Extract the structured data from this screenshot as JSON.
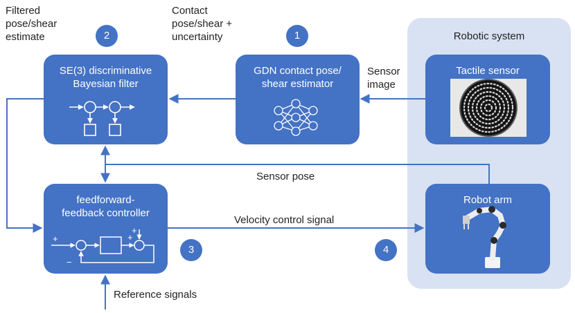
{
  "panel": {
    "title": "Robotic system"
  },
  "blocks": {
    "filter": {
      "line1": "SE(3) discriminative",
      "line2": "Bayesian filter"
    },
    "gdn": {
      "line1": "GDN contact pose/",
      "line2": "shear estimator"
    },
    "controller": {
      "line1": "feedforward-",
      "line2": "feedback controller"
    },
    "tactile": {
      "title": "Tactile sensor"
    },
    "robot": {
      "title": "Robot arm"
    }
  },
  "steps": [
    "1",
    "2",
    "3",
    "4"
  ],
  "labels": {
    "filtered": [
      "Filtered",
      "pose/shear",
      "estimate"
    ],
    "contact": [
      "Contact",
      "pose/shear +",
      "uncertainty"
    ],
    "sensor_image": [
      "Sensor",
      "image"
    ],
    "sensor_pose": "Sensor pose",
    "velocity": "Velocity control signal",
    "reference": "Reference signals"
  },
  "controller_signs": {
    "plus1": "+",
    "minus1": "−",
    "plus2": "+",
    "plus3": "+"
  },
  "colors": {
    "block": "#4472c4",
    "panel": "#d9e2f2",
    "wire": "#4472c4"
  }
}
